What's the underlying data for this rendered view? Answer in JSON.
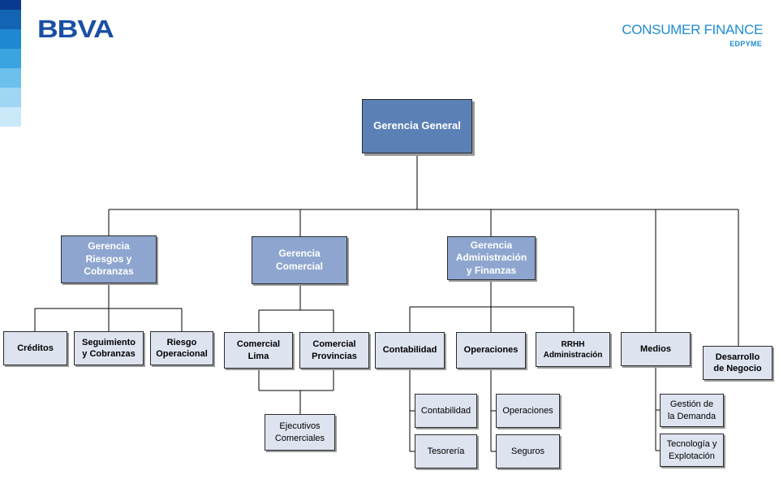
{
  "header": {
    "logo_text": "BBVA",
    "brand_main": "CONSUMER FINANCE",
    "brand_sub": "EDPYME",
    "stripe_colors": [
      "#0a3a8f",
      "#1464b4",
      "#1f88d2",
      "#3aa4e0",
      "#6cc0ec",
      "#9fd6f3",
      "#c9e9f9"
    ]
  },
  "org": {
    "gerencia_general": "Gerencia General",
    "riesgos": "Gerencia\nRiesgos y\nCobranzas",
    "comercial": "Gerencia\nComercial",
    "administracion": "Gerencia\nAdministración\ny Finanzas",
    "medios": "Medios",
    "desarrollo": "Desarrollo\nde Negocio",
    "creditos": "Créditos",
    "seguimiento": "Seguimiento\ny Cobranzas",
    "riesgo_op": "Riesgo\nOperacional",
    "comercial_lima": "Comercial\nLima",
    "comercial_prov": "Comercial\nProvincias",
    "ejecutivos": "Ejecutivos\nComerciales",
    "contabilidad": "Contabilidad",
    "operaciones": "Operaciones",
    "rrhh": "RRHH\nAdministración",
    "sub_contabilidad": "Contabilidad",
    "tesoreria": "Tesorería",
    "sub_operaciones": "Operaciones",
    "seguros": "Seguros",
    "gestion_demanda": "Gestión de\nla Demanda",
    "tecnologia": "Tecnología y\nExplotación"
  }
}
